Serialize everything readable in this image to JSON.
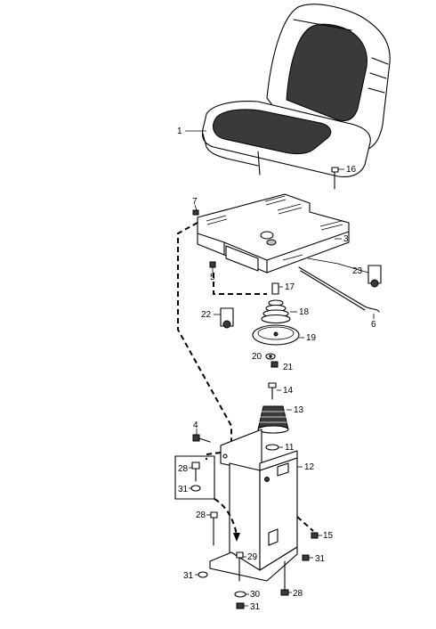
{
  "callouts": {
    "c1": "1",
    "c3": "3",
    "c4": "4",
    "c5": "5",
    "c6": "6",
    "c7": "7",
    "c11": "11",
    "c12": "12",
    "c13": "13",
    "c14": "14",
    "c15": "15",
    "c16": "16",
    "c17": "17",
    "c18": "18",
    "c19": "19",
    "c20": "20",
    "c21": "21",
    "c22": "22",
    "c23": "23",
    "c28a": "28",
    "c28b": "28",
    "c28c": "28",
    "c29": "29",
    "c30": "30",
    "c31a": "31",
    "c31b": "31",
    "c31c": "31",
    "c31d": "31"
  }
}
